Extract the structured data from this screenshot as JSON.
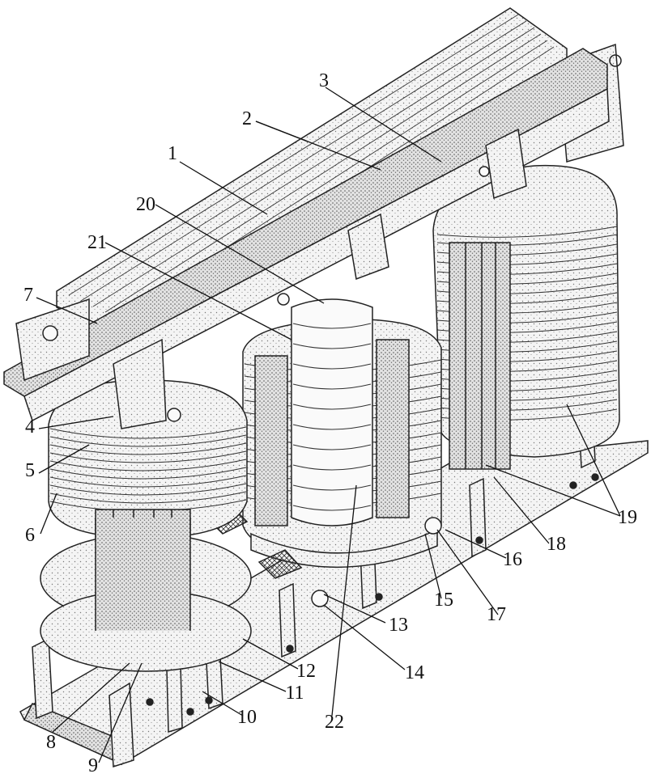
{
  "figure": {
    "callouts": [
      {
        "id": "c1",
        "text": "1"
      },
      {
        "id": "c2",
        "text": "2"
      },
      {
        "id": "c3",
        "text": "3"
      },
      {
        "id": "c4",
        "text": "4"
      },
      {
        "id": "c5",
        "text": "5"
      },
      {
        "id": "c6",
        "text": "6"
      },
      {
        "id": "c7",
        "text": "7"
      },
      {
        "id": "c8",
        "text": "8"
      },
      {
        "id": "c9",
        "text": "9"
      },
      {
        "id": "c10",
        "text": "10"
      },
      {
        "id": "c11",
        "text": "11"
      },
      {
        "id": "c12",
        "text": "12"
      },
      {
        "id": "c13",
        "text": "13"
      },
      {
        "id": "c14",
        "text": "14"
      },
      {
        "id": "c15",
        "text": "15"
      },
      {
        "id": "c16",
        "text": "16"
      },
      {
        "id": "c17",
        "text": "17"
      },
      {
        "id": "c18",
        "text": "18"
      },
      {
        "id": "c19",
        "text": "19"
      },
      {
        "id": "c20",
        "text": "20"
      },
      {
        "id": "c21",
        "text": "21"
      },
      {
        "id": "c22",
        "text": "22"
      }
    ]
  }
}
